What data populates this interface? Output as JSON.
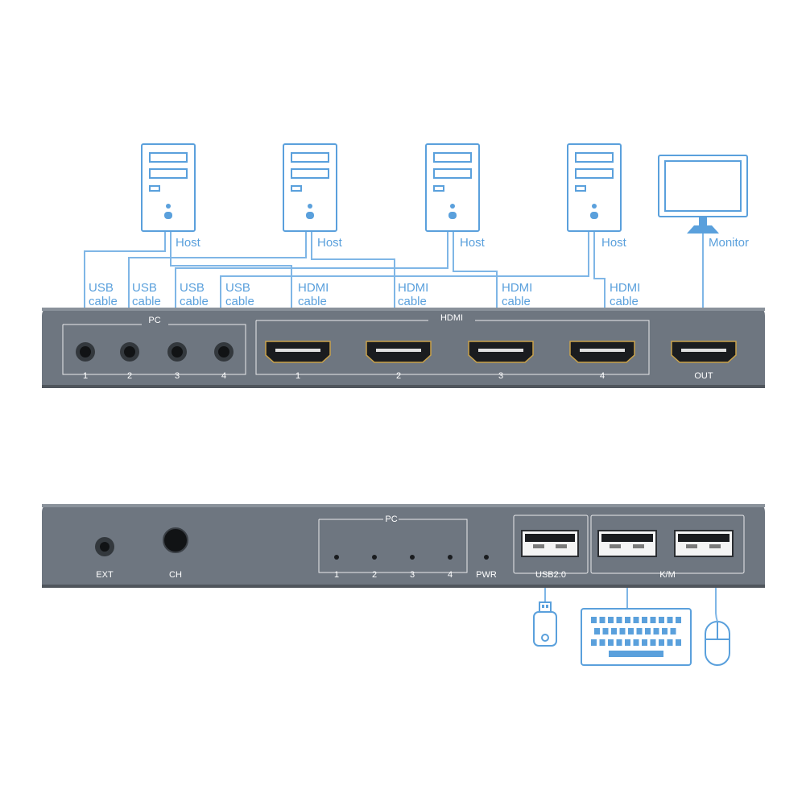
{
  "diagram": {
    "host_label": "Host",
    "monitor_label": "Monitor",
    "cables": [
      {
        "line1": "USB",
        "line2": "cable"
      },
      {
        "line1": "USB",
        "line2": "cable"
      },
      {
        "line1": "USB",
        "line2": "cable"
      },
      {
        "line1": "USB",
        "line2": "cable"
      },
      {
        "line1": "HDMI",
        "line2": "cable"
      },
      {
        "line1": "HDMI",
        "line2": "cable"
      },
      {
        "line1": "HDMI",
        "line2": "cable"
      },
      {
        "line1": "HDMI",
        "line2": "cable"
      }
    ]
  },
  "front_panel": {
    "pc_group_label": "PC",
    "pc_ports": [
      "1",
      "2",
      "3",
      "4"
    ],
    "hdmi_group_label": "HDMI",
    "hdmi_ports": [
      "1",
      "2",
      "3",
      "4"
    ],
    "out_label": "OUT"
  },
  "back_panel": {
    "ext_label": "EXT",
    "ch_label": "CH",
    "pc_group_label": "PC",
    "pc_leds": [
      "1",
      "2",
      "3",
      "4"
    ],
    "pwr_label": "PWR",
    "usb_label": "USB2.0",
    "km_label": "K/M"
  },
  "colors": {
    "accent": "#5aa0dc",
    "panel": "#6e7680"
  }
}
